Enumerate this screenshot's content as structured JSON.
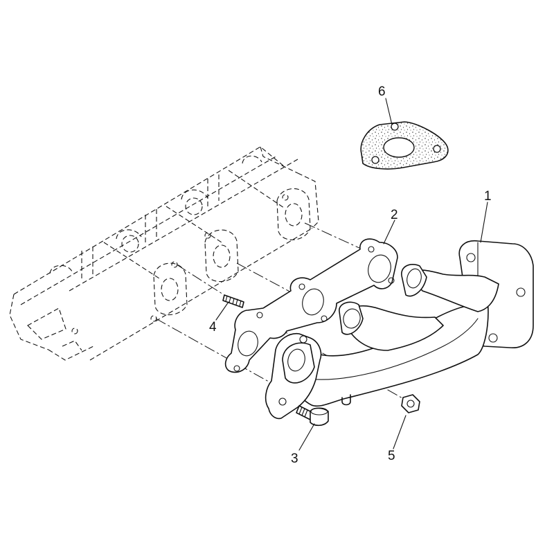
{
  "callouts": [
    {
      "id": "1",
      "label": "1",
      "part": "exhaust-manifold"
    },
    {
      "id": "2",
      "label": "2",
      "part": "manifold-gasket"
    },
    {
      "id": "3",
      "label": "3",
      "part": "bolt"
    },
    {
      "id": "4",
      "label": "4",
      "part": "stud"
    },
    {
      "id": "5",
      "label": "5",
      "part": "nut"
    },
    {
      "id": "6",
      "label": "6",
      "part": "outlet-flange-gasket"
    }
  ],
  "colors": {
    "ink": "#111111",
    "paper": "#ffffff"
  }
}
